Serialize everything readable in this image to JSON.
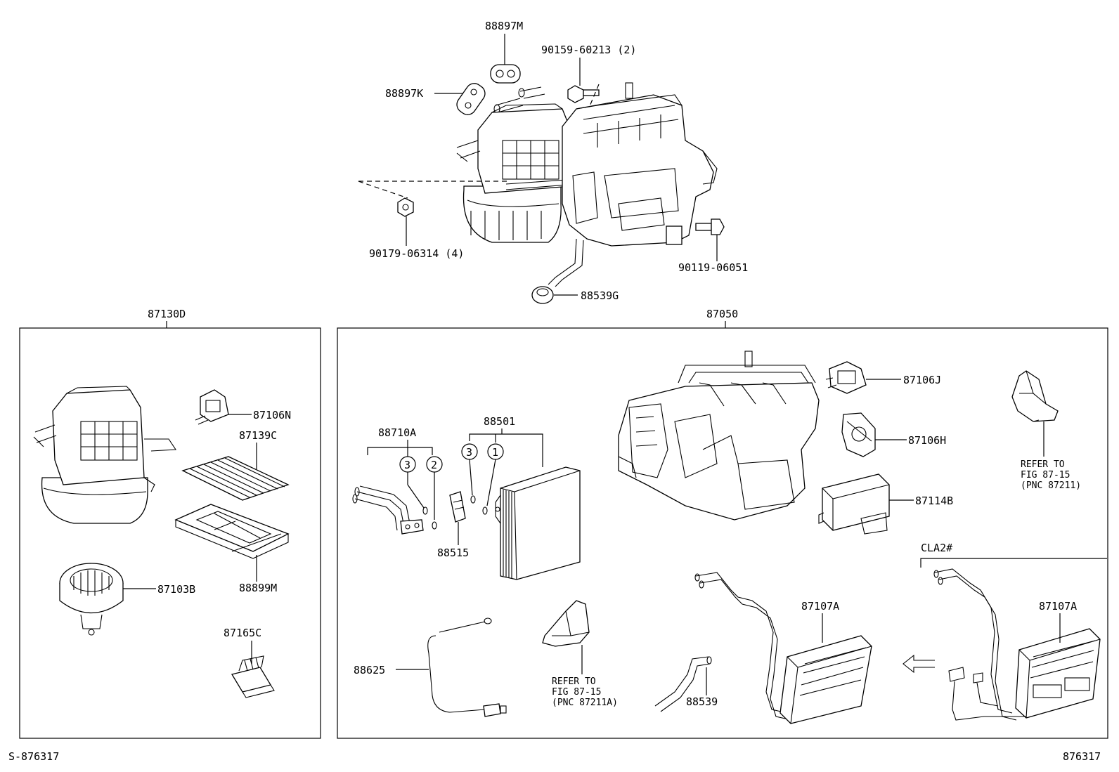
{
  "labels": {
    "p88897M": "88897M",
    "p88897K": "88897K",
    "p90159": "90159-60213 (2)",
    "p90179": "90179-06314 (4)",
    "p90119": "90119-06051",
    "p88539G": "88539G",
    "p87130D": "87130D",
    "p87050": "87050",
    "p87106N": "87106N",
    "p87139C": "87139C",
    "p88899M": "88899M",
    "p87103B": "87103B",
    "p87165C": "87165C",
    "p88710A": "88710A",
    "p88501": "88501",
    "p88515": "88515",
    "p87106J": "87106J",
    "p87106H": "87106H",
    "p87114B": "87114B",
    "p88625": "88625",
    "p88539": "88539",
    "p87107A_left": "87107A",
    "p87107A_right": "87107A",
    "cla2": "CLA2#",
    "refer1": [
      "REFER TO",
      "FIG 87-15",
      "(PNC 87211)"
    ],
    "refer2": [
      "REFER TO",
      "FIG 87-15",
      "(PNC 87211A)"
    ],
    "c3a": "3",
    "c2": "2",
    "c3b": "3",
    "c1": "1",
    "footer_left": "S-876317",
    "footer_right": "876317"
  }
}
